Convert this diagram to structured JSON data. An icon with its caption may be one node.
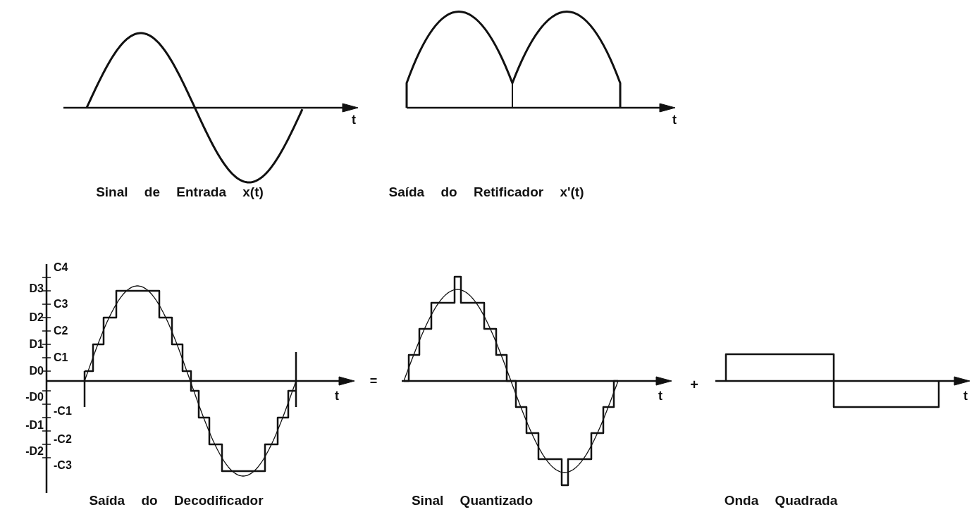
{
  "diagram": {
    "labels": [
      "t",
      "t",
      "Sinal de Entrada x(t)",
      "Saída do Retificador x'(t)",
      "C4",
      "D3",
      "C3",
      "D2",
      "C2",
      "D1",
      "C1",
      "D0",
      "-D0",
      "-C1",
      "-D1",
      "-C2",
      "-D2",
      "-C3",
      "=",
      "t",
      "t",
      "+",
      "t",
      "Saída do Decodificador",
      "Sinal Quantizado",
      "Onda Quadrada"
    ]
  }
}
